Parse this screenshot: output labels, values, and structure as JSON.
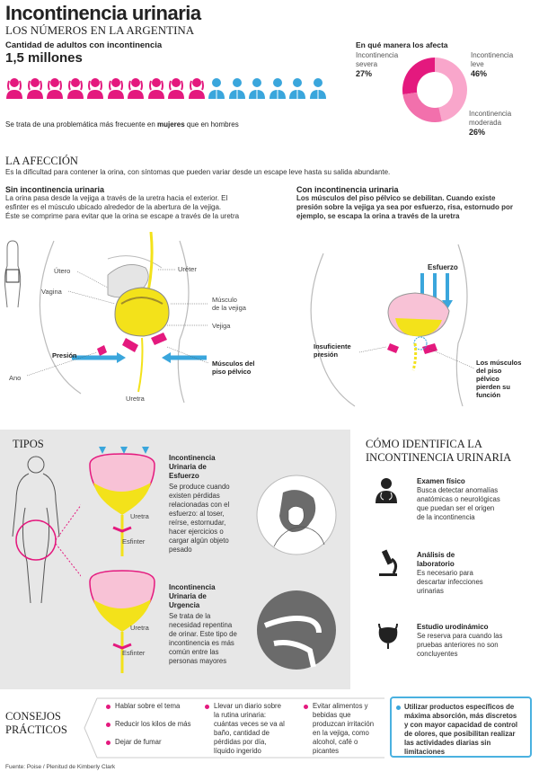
{
  "header": {
    "title": "Incontinencia urinaria",
    "subtitle": "LOS NÚMEROS EN LA ARGENTINA",
    "count_label": "Cantidad de adultos con incontinencia",
    "count_value": "1,5 millones",
    "note_pre": "Se trata de una problemática más frecuente en ",
    "note_bold": "mujeres",
    "note_post": " que en hombres"
  },
  "pictogram": {
    "women": 10,
    "men": 6,
    "women_color": "#e4197e",
    "men_color": "#3aa6dc"
  },
  "affects": {
    "title": "En qué manera los afecta",
    "segments": [
      {
        "label_line1": "Incontinencia",
        "label_line2": "severa",
        "pct": "27%",
        "value": 27,
        "color": "#e4197e"
      },
      {
        "label_line1": "Incontinencia",
        "label_line2": "leve",
        "pct": "46%",
        "value": 46,
        "color": "#f9a6cb"
      },
      {
        "label_line1": "Incontinencia",
        "label_line2": "moderada",
        "pct": "26%",
        "value": 26,
        "color": "#f270ac"
      }
    ]
  },
  "afeccion": {
    "title": "LA AFECCIÓN",
    "intro": "Es la dificultad para contener la orina, con síntomas que pueden variar desde un  escape leve hasta su salida abundante.",
    "without": {
      "title": "Sin incontinencia urinaria",
      "line1": "La orina pasa desde la vejiga a través de la uretra hacia el exterior. El",
      "line2": "esfinter es el músculo ubicado alrededor de la abertura de la vejiga.",
      "line3": "Éste se comprime para evitar que la orina se escape a través de la uretra"
    },
    "with": {
      "title": "Con incontinencia urinaria",
      "line1": "Los músculos del piso pélvico se debilitan. Cuando existe",
      "line2": "presión sobre la vejiga ya sea por esfuerzo, risa, estornudo por",
      "line3": "ejemplo, se escapa la orina a través de la uretra"
    }
  },
  "labels_left": {
    "utero": "Útero",
    "ureter": "Uréter",
    "vagina": "Vagina",
    "musculo_line1": "Músculo",
    "musculo_line2": "de la vejiga",
    "vejiga": "Vejiga",
    "presion": "Presión",
    "ano": "Ano",
    "musculos_line1": "Músculos del",
    "musculos_line2": "piso pélvico",
    "uretra": "Uretra"
  },
  "labels_right": {
    "esfuerzo": "Esfuerzo",
    "insuf_line1": "Insuficiente",
    "insuf_line2": "presión",
    "pierden_line1": "Los músculos",
    "pierden_line2": "del piso",
    "pierden_line3": "pélvico",
    "pierden_line4": "pierden su",
    "pierden_line5": "función"
  },
  "tipos": {
    "title": "TIPOS",
    "esfuerzo": {
      "title_line1": "Incontinencia",
      "title_line2": "Urinaria de",
      "title_line3": "Esfuerzo",
      "text": [
        "Se produce cuando",
        "existen pérdidas",
        "relacionadas con el",
        "esfuerzo: al toser,",
        "reírse, estornudar,",
        "hacer ejercicios o",
        "cargar algún objeto",
        "pesado"
      ]
    },
    "urgencia": {
      "title_line1": "Incontinencia",
      "title_line2": "Urinaria de",
      "title_line3": "Urgencia",
      "text": [
        "Se trata de la",
        "necesidad repentina",
        "de orinar. Este tipo de",
        "incontinencia es más",
        "común entre las",
        "personas mayores"
      ]
    },
    "uretra": "Uretra",
    "esfinter": "Esfinter"
  },
  "identifica": {
    "title_line1": "CÓMO IDENTIFICA LA",
    "title_line2": "INCONTINENCIA URINARIA",
    "items": [
      {
        "title_line1": "Examen físico",
        "title_line2": "",
        "text": [
          "Busca detectar anomalías",
          "anatómicas o neurológicas",
          "que puedan ser el origen",
          "de la incontinencia"
        ]
      },
      {
        "title_line1": "Análisis de",
        "title_line2": "laboratorio",
        "text": [
          "Es necesario para",
          "descartar infecciones",
          "urinarias"
        ]
      },
      {
        "title_line1": "Estudio urodinámico",
        "title_line2": "",
        "text": [
          "Se reserva para cuando las",
          "pruebas anteriores no son",
          "concluyentes"
        ]
      }
    ]
  },
  "consejos": {
    "title_line1": "CONSEJOS",
    "title_line2": "PRÁCTICOS",
    "col1": [
      "Hablar sobre el tema",
      "Reducir los kilos de más",
      "Dejar de fumar"
    ],
    "col2": [
      "Llevar un diario sobre",
      "la rutina urinaria:",
      "cuántas veces se va al",
      "baño, cantidad de",
      "pérdidas por día,",
      "líquido ingerido"
    ],
    "col3": [
      "Evitar alimentos y",
      "bebidas que",
      "produzcan irritación",
      "en la vejiga, como",
      "alcohol, café o",
      "picantes"
    ],
    "highlight": [
      "Utilizar productos específicos de",
      "máxima absorción, más discretos",
      "y con mayor capacidad de control",
      "de olores, que posibilitan realizar",
      "las actividades diarias sin",
      "limitaciones"
    ]
  },
  "source": "Fuente: Poise / Plenitud de Kimberly Clark"
}
